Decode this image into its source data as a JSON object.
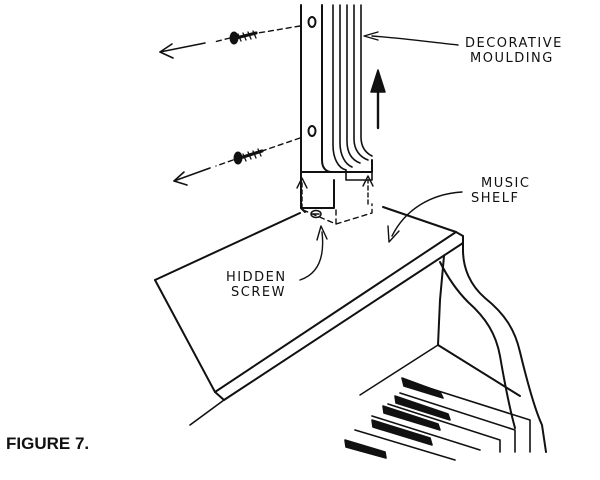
{
  "figure": {
    "caption": "FIGURE 7."
  },
  "labels": {
    "moulding_line1": "DECORATIVE",
    "moulding_line2": "MOULDING",
    "shelf_line1": "MUSIC",
    "shelf_line2": "SHELF",
    "screw_line1": "HIDDEN",
    "screw_line2": "SCREW"
  },
  "colors": {
    "ink": "#111111",
    "paper": "#ffffff"
  }
}
